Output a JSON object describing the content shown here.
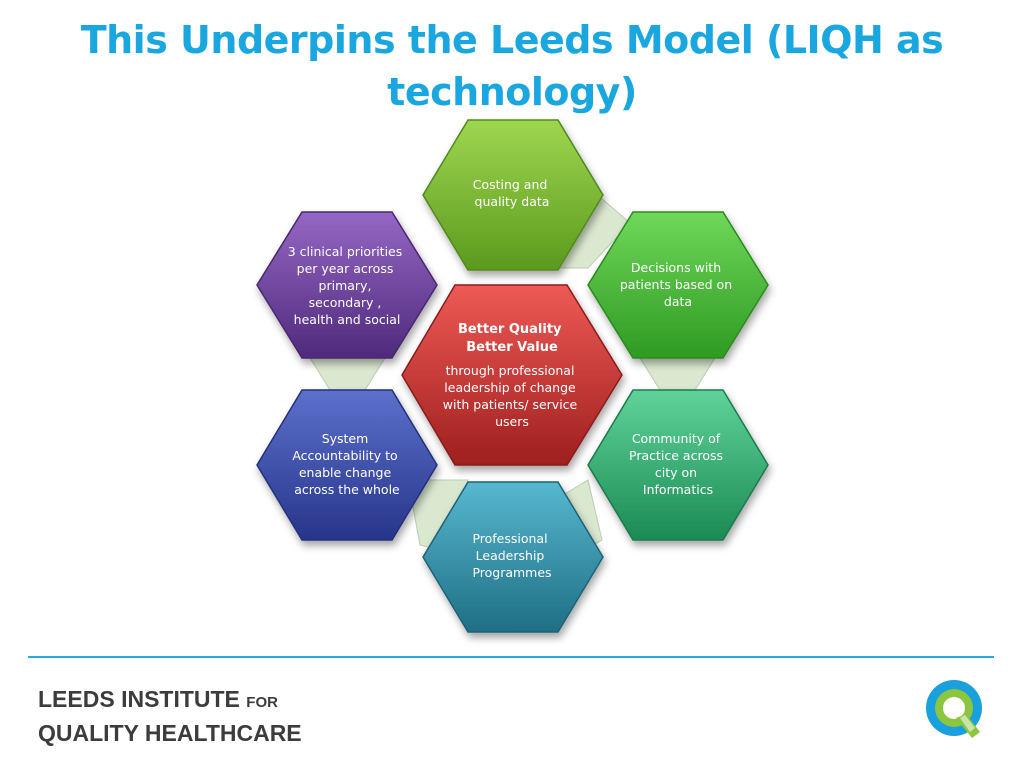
{
  "title": {
    "line1": "This Underpins the Leeds Model (LIQH as",
    "line2": "technology)"
  },
  "hexagons": {
    "top": {
      "lines": [
        "Costing and",
        "quality data"
      ],
      "color": "#7cbf33"
    },
    "upper_right": {
      "lines": [
        "Decisions with",
        "patients based on",
        "data"
      ],
      "color": "#4cbd3a"
    },
    "lower_right": {
      "lines": [
        "Community of",
        "Practice  across",
        "city on",
        "Informatics"
      ],
      "color": "#2fae73"
    },
    "bottom": {
      "lines": [
        "Professional",
        "Leadership",
        "Programmes"
      ],
      "color": "#2e8ea8"
    },
    "lower_left": {
      "lines": [
        "System",
        "Accountability to",
        "enable change",
        "across the whole"
      ],
      "color": "#3a4ea8"
    },
    "upper_left": {
      "lines": [
        "3 clinical priorities",
        "per year across",
        "primary,",
        "secondary ,",
        "health and social"
      ],
      "color": "#6e3f9c"
    },
    "center": {
      "heading": [
        "Better Quality",
        "Better Value"
      ],
      "lines": [
        "through professional",
        "leadership of change",
        "with patients/ service",
        "users"
      ],
      "color": "#c8302e"
    }
  },
  "footer": {
    "line1_main": "LEEDS INSTITUTE",
    "line1_small": "FOR",
    "line2": "QUALITY HEALTHCARE"
  },
  "colors": {
    "title": "#1aa7e0",
    "rule": "#29a9dc",
    "logo_blue": "#1aa0dc",
    "logo_green": "#8cc63f"
  }
}
